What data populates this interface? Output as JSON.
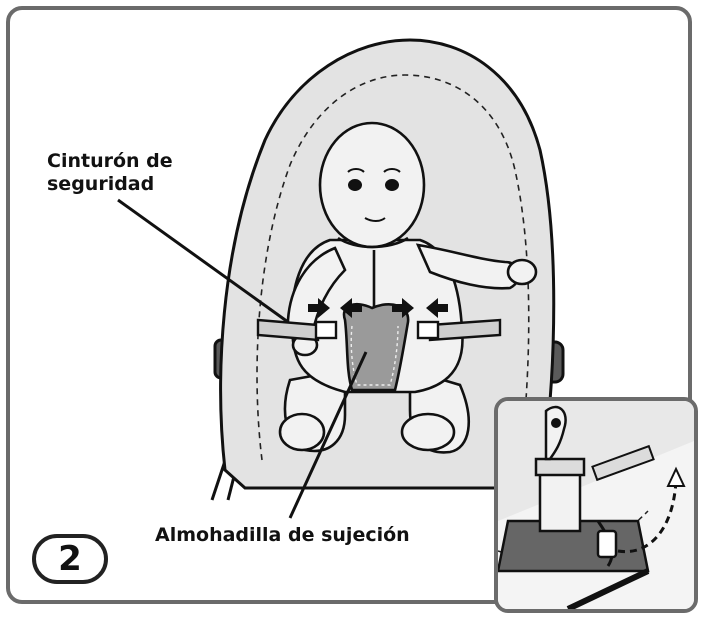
{
  "labels": {
    "seat_belt": "Cinturón de\nseguridad",
    "restraint_pad": "Almohadilla de sujeción"
  },
  "step": {
    "number": "2"
  },
  "colors": {
    "frame_border": "#6b6b6b",
    "seat_fill": "#e3e3e3",
    "dark_fill": "#5a5a5a",
    "line": "#111111"
  }
}
